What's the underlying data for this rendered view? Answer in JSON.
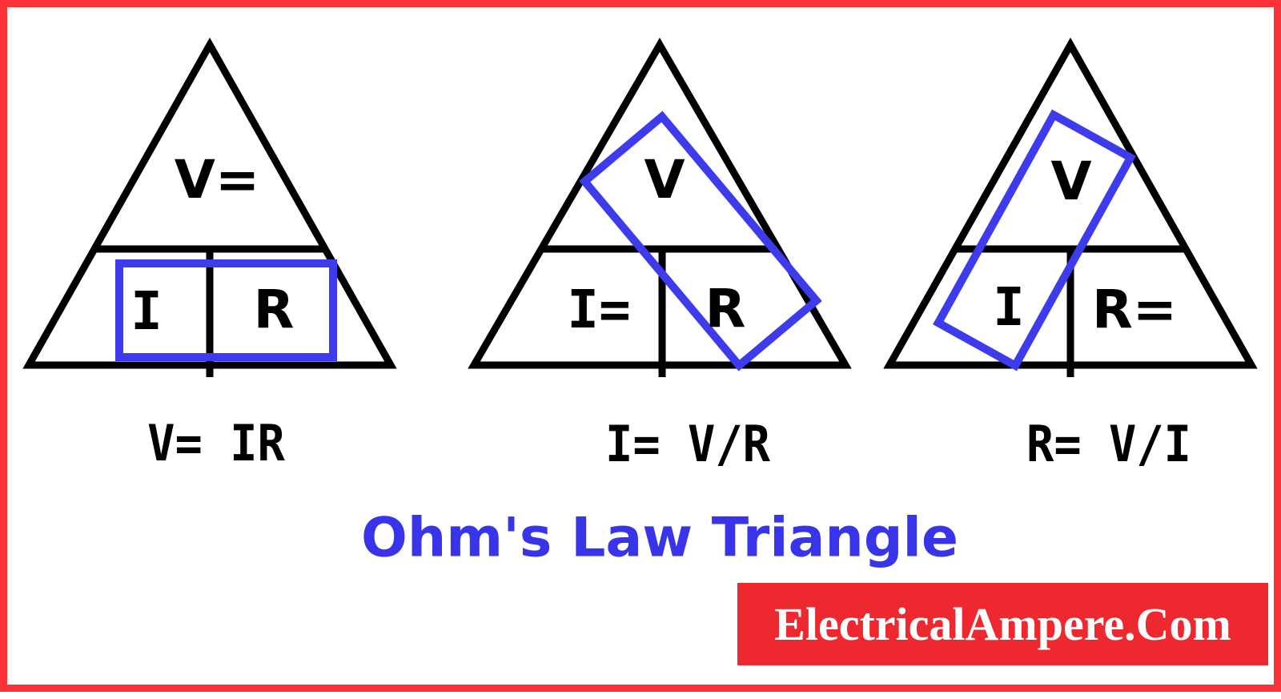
{
  "title": "Ohm's Law Triangle",
  "watermark": "ElectricalAmpere.Com",
  "colors": {
    "frame_red": "#fb3339",
    "watermark_box_red": "#ee282f",
    "highlight_blue": "#3e3bec",
    "title_blue": "#3734e9",
    "line_black": "#000000",
    "background": "#ffffff"
  },
  "triangles": [
    {
      "top": "V=",
      "bottom_left": "I",
      "bottom_right": "R",
      "formula": "V= IR",
      "highlighted_cells": "I and R (bottom row)"
    },
    {
      "top": "V",
      "bottom_left": "I=",
      "bottom_right": "R",
      "formula": "I= V/R",
      "highlighted_cells": "V and R (diagonal)"
    },
    {
      "top": "V",
      "bottom_left": "I",
      "bottom_right": "R=",
      "formula": "R= V/I",
      "highlighted_cells": "V and I (diagonal)"
    }
  ]
}
